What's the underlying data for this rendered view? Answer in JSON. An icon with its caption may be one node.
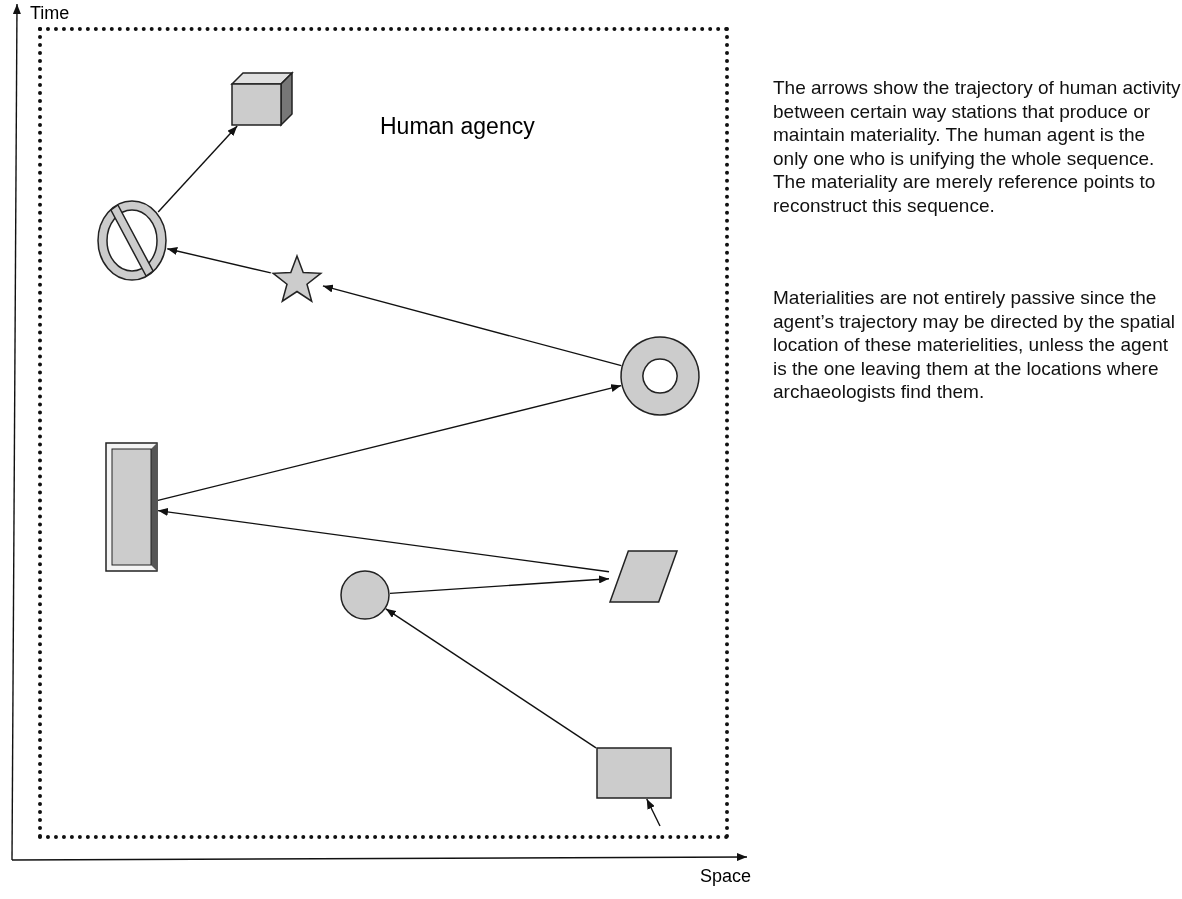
{
  "diagram": {
    "nodes": [
      {
        "text": [
          "Human agency"
        ]
      },
      {
        "text": [],
        "shape": "box",
        "in": 0
      },
      {
        "text": [],
        "shape": "circle",
        "in": 0
      },
      {
        "text": [],
        "shape": "parallelogram",
        "in": 0
      },
      {
        "text": [],
        "shape": "bar",
        "in": 0
      },
      {
        "text": [],
        "shape": "ring",
        "in": 0
      },
      {
        "text": [],
        "shape": "star",
        "in": 0
      },
      {
        "text": [],
        "shape": "prohibition",
        "in": 0
      },
      {
        "text": [],
        "shape": "cube",
        "in": 0
      }
    ],
    "edges": [
      {
        "from": null,
        "to": 1,
        "arrow": "to"
      },
      {
        "from": 1,
        "to": 2,
        "arrow": "to"
      },
      {
        "from": 2,
        "to": 3,
        "arrow": "to"
      },
      {
        "from": 3,
        "to": 4,
        "arrow": "to"
      },
      {
        "from": 4,
        "to": 5,
        "arrow": "to"
      },
      {
        "from": 5,
        "to": 6,
        "arrow": "to"
      },
      {
        "from": 6,
        "to": 7,
        "arrow": "to"
      },
      {
        "from": 7,
        "to": 8,
        "arrow": "to"
      }
    ],
    "labels": [
      "Time",
      "The arrows show the trajectory of human activity between certain way stations that produce or maintain materiality. The human agent is the only one who is unifying the whole sequence. The materiality are merely reference points to reconstruct this sequence.",
      "Materialities are not entirely passive since the agent’s trajectory may be directed by the spatial location of these materielities, unless the agent is the one leaving them at the locations where archaeologists find them.",
      "Space"
    ]
  }
}
